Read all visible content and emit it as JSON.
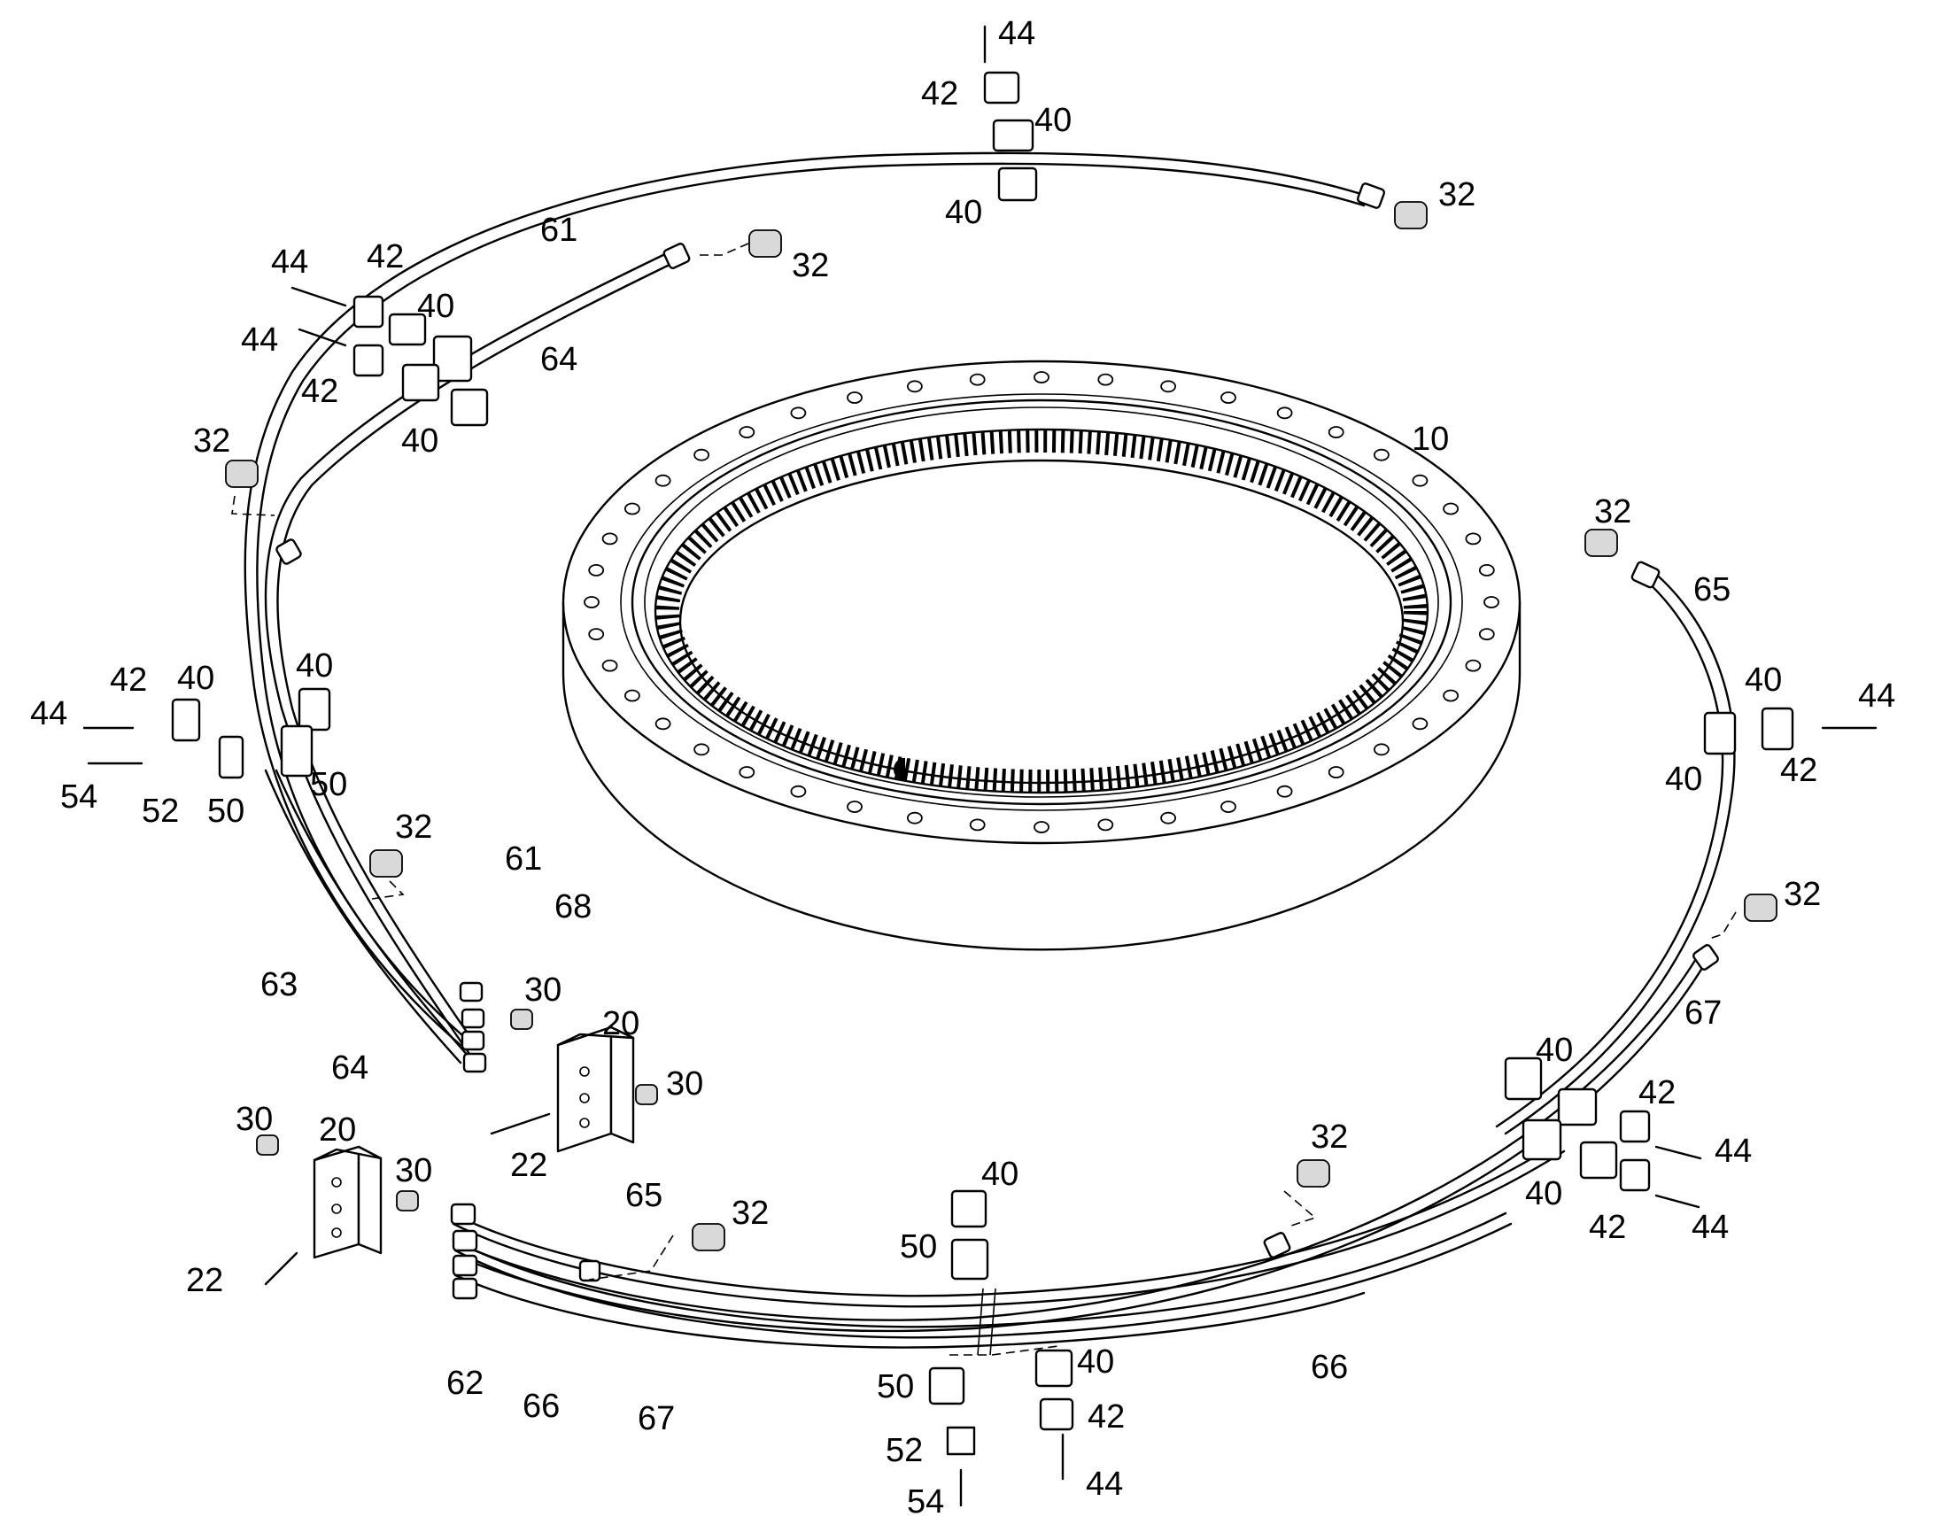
{
  "colors": {
    "stroke": "#000000",
    "background": "#ffffff",
    "shade": "#d9d9d9"
  },
  "labels": [
    {
      "id": "l44a",
      "text": "44"
    },
    {
      "id": "l42a",
      "text": "42"
    },
    {
      "id": "l40a",
      "text": "40"
    },
    {
      "id": "l40b",
      "text": "40"
    },
    {
      "id": "l32a",
      "text": "32"
    },
    {
      "id": "l61a",
      "text": "61"
    },
    {
      "id": "l32b",
      "text": "32"
    },
    {
      "id": "l44b",
      "text": "44"
    },
    {
      "id": "l42b",
      "text": "42"
    },
    {
      "id": "l40c",
      "text": "40"
    },
    {
      "id": "l44c",
      "text": "44"
    },
    {
      "id": "l42c",
      "text": "42"
    },
    {
      "id": "l64a",
      "text": "64"
    },
    {
      "id": "l40d",
      "text": "40"
    },
    {
      "id": "l10",
      "text": "10"
    },
    {
      "id": "l32c",
      "text": "32"
    },
    {
      "id": "l32d",
      "text": "32"
    },
    {
      "id": "l65a",
      "text": "65"
    },
    {
      "id": "l42d",
      "text": "42"
    },
    {
      "id": "l40e",
      "text": "40"
    },
    {
      "id": "l40f",
      "text": "40"
    },
    {
      "id": "l44d",
      "text": "44"
    },
    {
      "id": "l54a",
      "text": "54"
    },
    {
      "id": "l52a",
      "text": "52"
    },
    {
      "id": "l50a",
      "text": "50"
    },
    {
      "id": "l50b",
      "text": "50"
    },
    {
      "id": "l40g",
      "text": "40"
    },
    {
      "id": "l44e",
      "text": "44"
    },
    {
      "id": "l40h",
      "text": "40"
    },
    {
      "id": "l42e",
      "text": "42"
    },
    {
      "id": "l32e",
      "text": "32"
    },
    {
      "id": "l61b",
      "text": "61"
    },
    {
      "id": "l68",
      "text": "68"
    },
    {
      "id": "l63",
      "text": "63"
    },
    {
      "id": "l30a",
      "text": "30"
    },
    {
      "id": "l20a",
      "text": "20"
    },
    {
      "id": "l64b",
      "text": "64"
    },
    {
      "id": "l30b",
      "text": "30"
    },
    {
      "id": "l32f",
      "text": "32"
    },
    {
      "id": "l67a",
      "text": "67"
    },
    {
      "id": "l22a",
      "text": "22"
    },
    {
      "id": "l40i",
      "text": "40"
    },
    {
      "id": "l42f",
      "text": "42"
    },
    {
      "id": "l44f",
      "text": "44"
    },
    {
      "id": "l40j",
      "text": "40"
    },
    {
      "id": "l42g",
      "text": "42"
    },
    {
      "id": "l44g",
      "text": "44"
    },
    {
      "id": "l30c",
      "text": "30"
    },
    {
      "id": "l20b",
      "text": "20"
    },
    {
      "id": "l30d",
      "text": "30"
    },
    {
      "id": "l32g",
      "text": "32"
    },
    {
      "id": "l65b",
      "text": "65"
    },
    {
      "id": "l32h",
      "text": "32"
    },
    {
      "id": "l40k",
      "text": "40"
    },
    {
      "id": "l50c",
      "text": "50"
    },
    {
      "id": "l22b",
      "text": "22"
    },
    {
      "id": "l62",
      "text": "62"
    },
    {
      "id": "l66a",
      "text": "66"
    },
    {
      "id": "l67b",
      "text": "67"
    },
    {
      "id": "l66b",
      "text": "66"
    },
    {
      "id": "l50d",
      "text": "50"
    },
    {
      "id": "l40l",
      "text": "40"
    },
    {
      "id": "l42h",
      "text": "42"
    },
    {
      "id": "l52b",
      "text": "52"
    },
    {
      "id": "l44h",
      "text": "44"
    },
    {
      "id": "l54b",
      "text": "54"
    }
  ]
}
